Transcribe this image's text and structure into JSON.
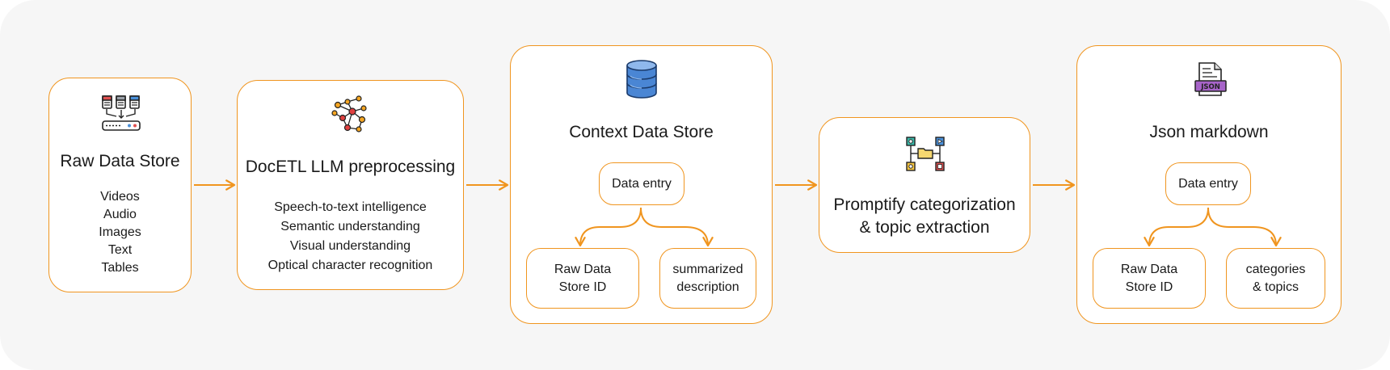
{
  "nodes": {
    "raw": {
      "title": "Raw Data Store",
      "items": [
        "Videos",
        "Audio",
        "Images",
        "Text",
        "Tables"
      ]
    },
    "docetl": {
      "title": "DocETL LLM preprocessing",
      "items": [
        "Speech-to-text intelligence",
        "Semantic understanding",
        "Visual understanding",
        "Optical character recognition"
      ]
    },
    "context": {
      "title": "Context Data Store",
      "entry": "Data entry",
      "left": "Raw Data Store ID",
      "right": "summarized description"
    },
    "promptify": {
      "title_line1": "Promptify categorization",
      "title_line2": "& topic extraction"
    },
    "json": {
      "title": "Json markdown",
      "entry": "Data entry",
      "left": "Raw Data Store ID",
      "right": "categories & topics",
      "icon_text": "JSON"
    }
  },
  "icons": {
    "raw": "files-to-server-icon",
    "docetl": "network-graph-icon",
    "context": "database-icon",
    "promptify": "folder-tree-icon",
    "json": "json-file-icon"
  },
  "colors": {
    "accent": "#f0951f",
    "background": "#f6f6f6",
    "database": "#4a86d4"
  }
}
